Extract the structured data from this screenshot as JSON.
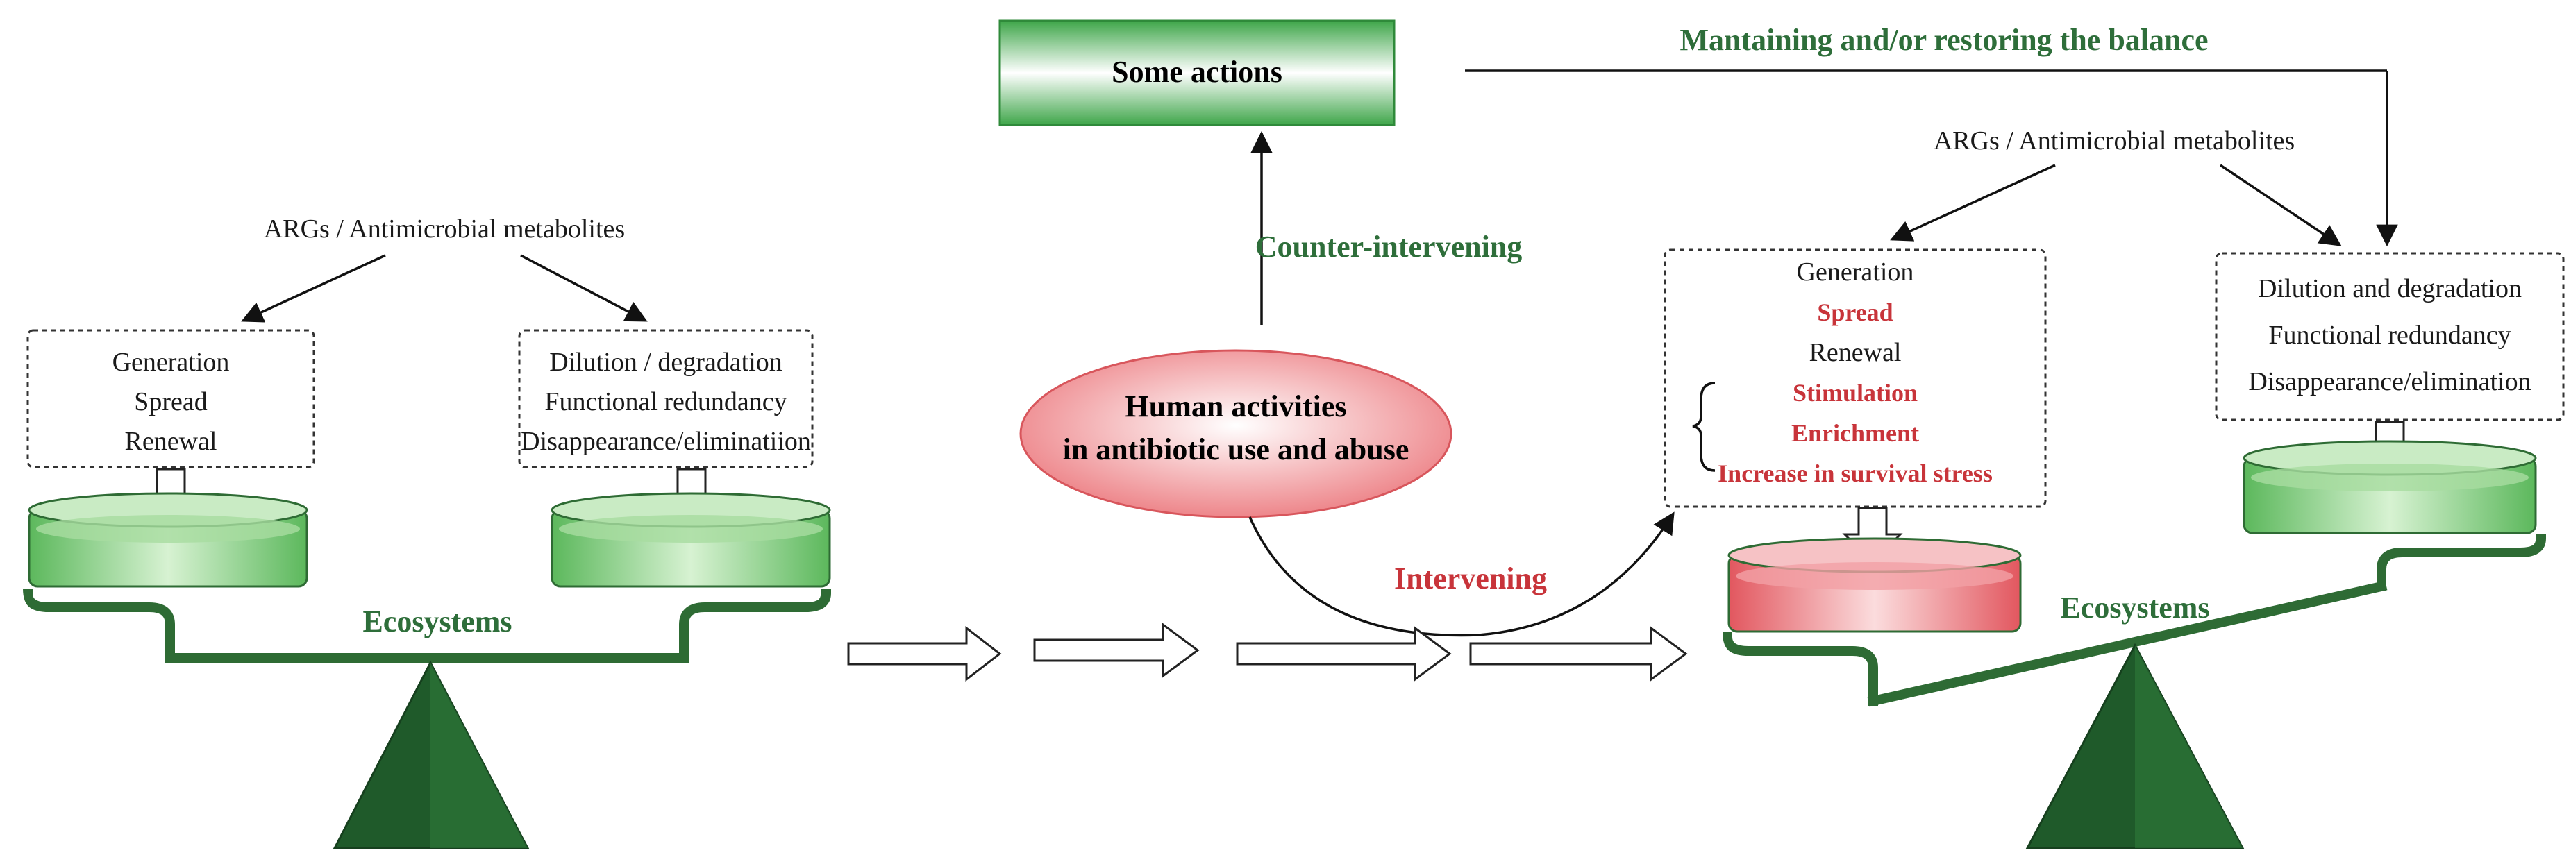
{
  "left_panel": {
    "source_label": "ARGs / Antimicrobial metabolites",
    "left_box": [
      "Generation",
      "Spread",
      "Renewal"
    ],
    "right_box": [
      "Dilution / degradation",
      "Functional redundancy",
      "Disappearance/eliminatiion"
    ],
    "balance_label": "Ecosystems"
  },
  "center": {
    "actions_label": "Some actions",
    "human_line1": "Human activities",
    "human_line2": "in antibiotic use and abuse",
    "counter_label": "Counter-intervening",
    "intervening_label": "Intervening"
  },
  "right_panel": {
    "top_label": "Mantaining and/or restoring the balance",
    "source_label": "ARGs / Antimicrobial metabolites",
    "left_box": [
      {
        "text": "Generation",
        "style": "plain"
      },
      {
        "text": "Spread",
        "style": "red"
      },
      {
        "text": "Renewal",
        "style": "plain"
      },
      {
        "text": "Stimulation",
        "style": "red"
      },
      {
        "text": "Enrichment",
        "style": "red"
      },
      {
        "text": "Increase in survival stress",
        "style": "red"
      }
    ],
    "right_box": [
      "Dilution and degradation",
      "Functional redundancy",
      "Disappearance/elimination"
    ],
    "balance_label": "Ecosystems"
  },
  "colors": {
    "green_dark": "#2e6b34",
    "green_text": "#2e6e3a",
    "red_text": "#c8343a",
    "dish_green": "#8fd38f",
    "dish_red": "#ee7f86"
  }
}
